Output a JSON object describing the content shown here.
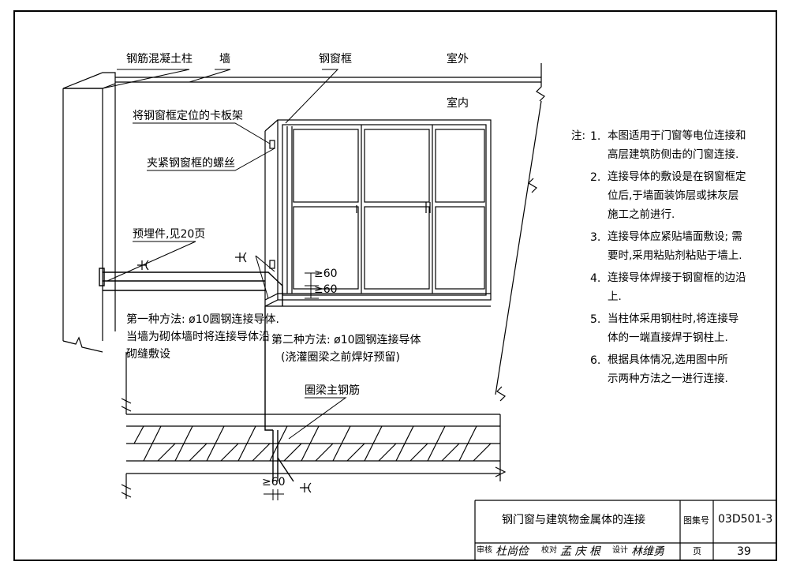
{
  "labels": {
    "column": "钢筋混凝土柱",
    "wall": "墙",
    "frame": "钢窗框",
    "outdoor": "室外",
    "indoor": "室内",
    "clamp_rack": "将钢窗框定位的卡板架",
    "screw": "夹紧钢窗框的螺丝",
    "embedded": "预埋件,见20页",
    "method1_line1": "第一种方法: ø10圆钢连接导体.",
    "method1_line2": "当墙为砌体墙时将连接导体沿",
    "method1_line3": "砌缝敷设",
    "method2_line1": "第二种方法: ø10圆钢连接导体",
    "method2_line2": "(浇灌圈梁之前焊好预留)",
    "ring_beam": "圈梁主钢筋",
    "dim_60_a": "≥60",
    "dim_60_b": "≥60",
    "dim_60_c": "≥60"
  },
  "notes": {
    "prefix": "注:",
    "items": [
      {
        "num": "1.",
        "lines": [
          "本图适用于门窗等电位连接和",
          "高层建筑防侧击的门窗连接."
        ]
      },
      {
        "num": "2.",
        "lines": [
          "连接导体的敷设是在钢窗框定",
          "位后,于墙面装饰层或抹灰层",
          "施工之前进行."
        ]
      },
      {
        "num": "3.",
        "lines": [
          "连接导体应紧贴墙面敷设; 需",
          "要时,采用粘贴剂粘贴于墙上."
        ]
      },
      {
        "num": "4.",
        "lines": [
          "连接导体焊接于钢窗框的边沿",
          "上."
        ]
      },
      {
        "num": "5.",
        "lines": [
          "当柱体采用钢柱时,将连接导",
          "体的一端直接焊于钢柱上."
        ]
      },
      {
        "num": "6.",
        "lines": [
          "根据具体情况,选用图中所",
          "示两种方法之一进行连接."
        ]
      }
    ]
  },
  "title_block": {
    "title": "钢门窗与建筑物金属体的连接",
    "atlas_label": "图集号",
    "atlas_no": "03D501-3",
    "review_label": "审核",
    "review_sig": "杜尚俭",
    "check_label": "校对",
    "check_sig": "孟 庆 根",
    "design_label": "设计",
    "design_sig": "林维勇",
    "page_label": "页",
    "page_no": "39"
  }
}
